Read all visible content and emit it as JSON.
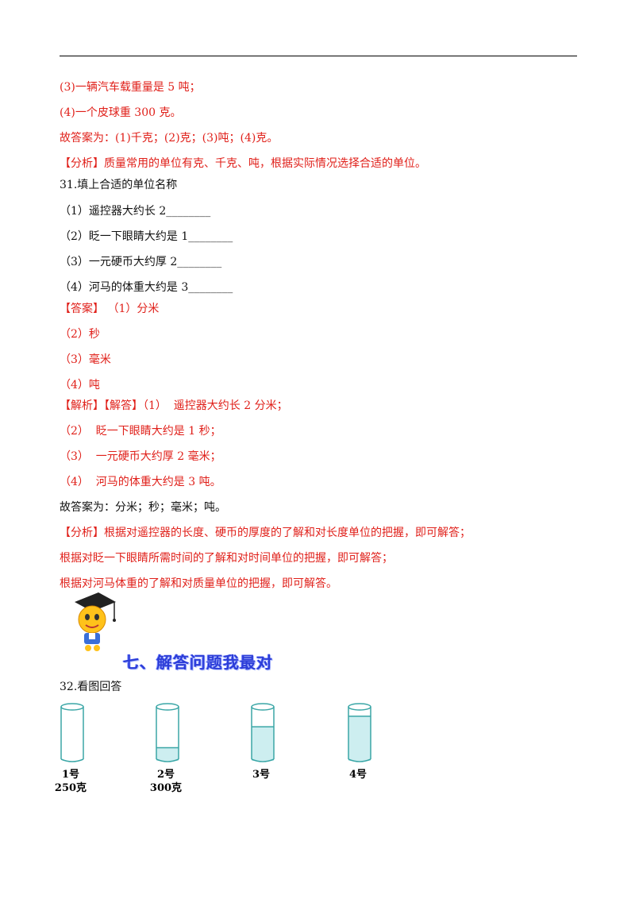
{
  "lines": {
    "l1": "(3)一辆汽车载重量是 5 吨；",
    "l2": "(4)一个皮球重 300 克。",
    "l3": "故答案为：(1)千克；(2)克；(3)吨；(4)克。",
    "l4": "【分析】质量常用的单位有克、千克、吨，根据实际情况选择合适的单位。",
    "q31": "31.填上合适的单位名称",
    "q31_1": "（1）遥控器大约长 2________",
    "q31_2": "（2）眨一下眼睛大约是 1________",
    "q31_3": "（3）一元硬币大约厚 2________",
    "q31_4": "（4）河马的体重大约是 3________",
    "ans1": "【答案】 （1）分米",
    "ans2": "（2）秒",
    "ans3": "（3）毫米",
    "ans4": "（4）吨",
    "exp1": "【解析】【解答】（1）  遥控器大约长 2 分米；",
    "exp2": "（2）  眨一下眼睛大约是 1 秒；",
    "exp3": "（3）  一元硬币大约厚 2 毫米；",
    "exp4": "（4）  河马的体重大约是 3 吨。",
    "exp5": "故答案为：分米；秒；毫米；吨。",
    "ana1": "【分析】根据对遥控器的长度、硬币的厚度的了解和对长度单位的把握，即可解答；",
    "ana2": "根据对眨一下眼睛所需时间的了解和对时间单位的把握，即可解答；",
    "ana3": "根据对河马体重的了解和对质量单位的把握，即可解答。",
    "q32": "32.看图回答"
  },
  "section_banner": "七、解答问题我最对",
  "cups": [
    {
      "name": "1号",
      "weight": "250克",
      "fill": 0
    },
    {
      "name": "2号",
      "weight": "300克",
      "fill": 0.25
    },
    {
      "name": "3号",
      "weight": "",
      "fill": 0.65
    },
    {
      "name": "4号",
      "weight": "",
      "fill": 0.85
    }
  ],
  "colors": {
    "answer_red": "#e0201a",
    "banner_blue": "#2c3dd8",
    "cup_outline": "#3aa6a6",
    "water": "#cdeef0"
  }
}
